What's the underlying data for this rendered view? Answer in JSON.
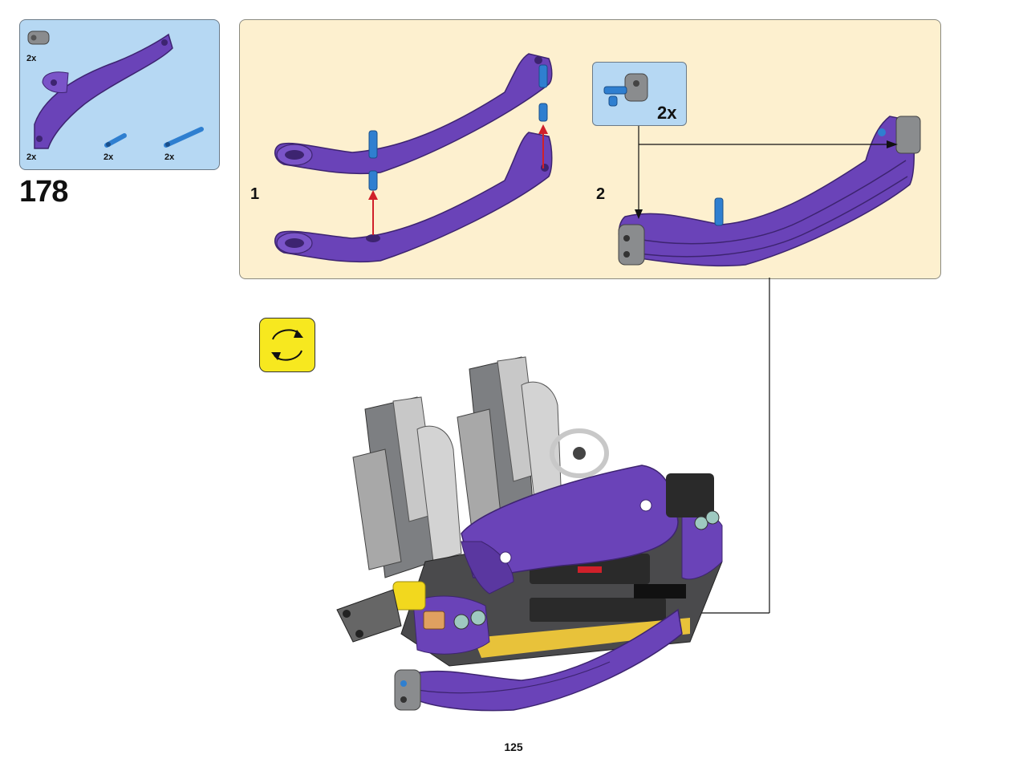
{
  "step": {
    "number": "178"
  },
  "parts_list": {
    "items": [
      {
        "name": "gray-connector",
        "qty": "2x"
      },
      {
        "name": "purple-arch-panel",
        "qty": "2x"
      },
      {
        "name": "blue-short-pin",
        "qty": "2x"
      },
      {
        "name": "blue-long-pin",
        "qty": "2x"
      }
    ]
  },
  "substeps": [
    {
      "number": "1"
    },
    {
      "number": "2",
      "callout_qty": "2x"
    }
  ],
  "icons": {
    "rotate": "rotate-model-icon"
  },
  "page": {
    "number": "125"
  },
  "colors": {
    "parts_bg": "#b6d8f3",
    "build_bg": "#fdf0cf",
    "purple": "#6a43b8",
    "connector_gray": "#8a8c8e",
    "pin_blue": "#2f7fd0",
    "arrow_red": "#d0202a",
    "rotate_yellow": "#f7e81f"
  }
}
